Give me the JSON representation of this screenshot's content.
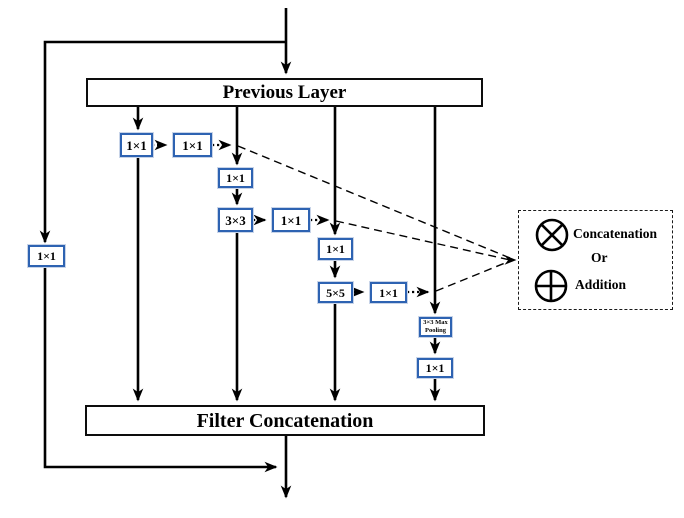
{
  "diagram": {
    "previous_layer_label": "Previous Layer",
    "filter_concatenation_label": "Filter Concatenation",
    "bypass_conv_label": "1×1",
    "branch1": {
      "conv1": "1×1",
      "conv2": "1×1"
    },
    "branch2": {
      "conv1": "1×1",
      "conv2": "3×3",
      "conv3": "1×1"
    },
    "branch3": {
      "conv1": "1×1",
      "conv2": "5×5",
      "conv3": "1×1"
    },
    "branch4": {
      "pool_line1": "3×3 Max",
      "pool_line2": "Pooling",
      "conv1": "1×1"
    },
    "legend": {
      "concatenation_label": "Concatenation",
      "or_label": "Or",
      "addition_label": "Addition",
      "concatenation_icon": "circle-cross-icon",
      "addition_icon": "circle-plus-icon"
    },
    "colors": {
      "node_border": "#2e63b2",
      "line": "#000000",
      "background": "#ffffff"
    }
  }
}
